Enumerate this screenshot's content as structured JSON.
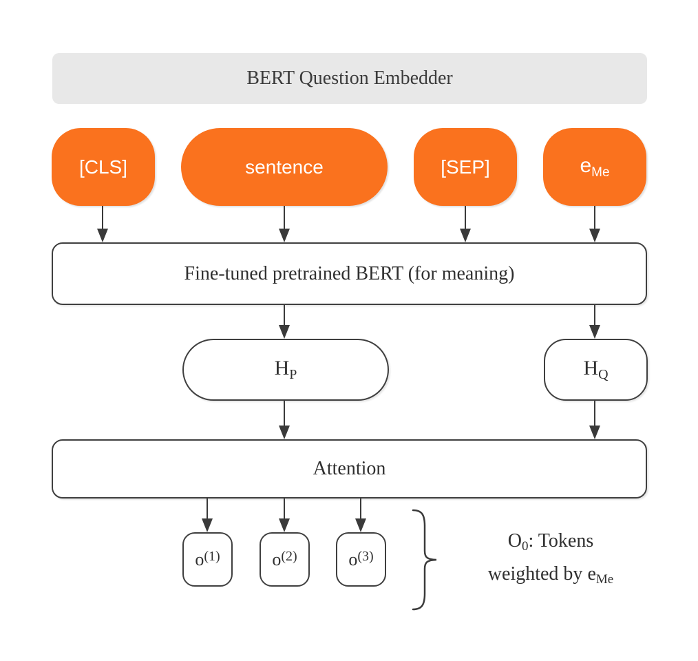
{
  "colors": {
    "canvas_bg": "#ffffff",
    "header_bg": "#e8e8e8",
    "token_fill": "#fa721e",
    "token_text": "#ffffff",
    "node_border": "#3f3f3f",
    "node_fill": "#ffffff",
    "text": "#2f2f2f",
    "arrow": "#3a3a3a"
  },
  "header": {
    "title": "BERT Question Embedder"
  },
  "tokens": [
    {
      "label": "[CLS]"
    },
    {
      "label": "sentence"
    },
    {
      "label": "[SEP]"
    },
    {
      "base": "e",
      "sub": "Me"
    }
  ],
  "bert_box": {
    "label": "Fine-tuned pretrained BERT (for meaning)"
  },
  "hidden_states": [
    {
      "base": "H",
      "sub": "P"
    },
    {
      "base": "H",
      "sub": "Q"
    }
  ],
  "attention_box": {
    "label": "Attention"
  },
  "outputs": [
    {
      "base": "o",
      "sup": "(1)"
    },
    {
      "base": "o",
      "sup": "(2)"
    },
    {
      "base": "o",
      "sup": "(3)"
    }
  ],
  "annotation": {
    "term_base": "O",
    "term_sub": "0",
    "line1_rest": ": Tokens",
    "line2_pre": "weighted by ",
    "e_base": "e",
    "e_sub": "Me"
  }
}
